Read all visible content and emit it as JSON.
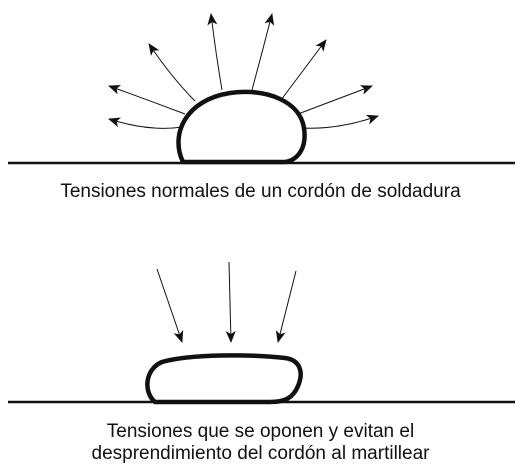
{
  "figure_top": {
    "caption": "Tensiones normales de un cordón de soldadura"
  },
  "figure_bottom": {
    "caption_line1": "Tensiones que se oponen y evitan el",
    "caption_line2": "desprendimiento del cordón al martillear"
  },
  "colors": {
    "stroke": "#111111",
    "background": "#ffffff"
  }
}
